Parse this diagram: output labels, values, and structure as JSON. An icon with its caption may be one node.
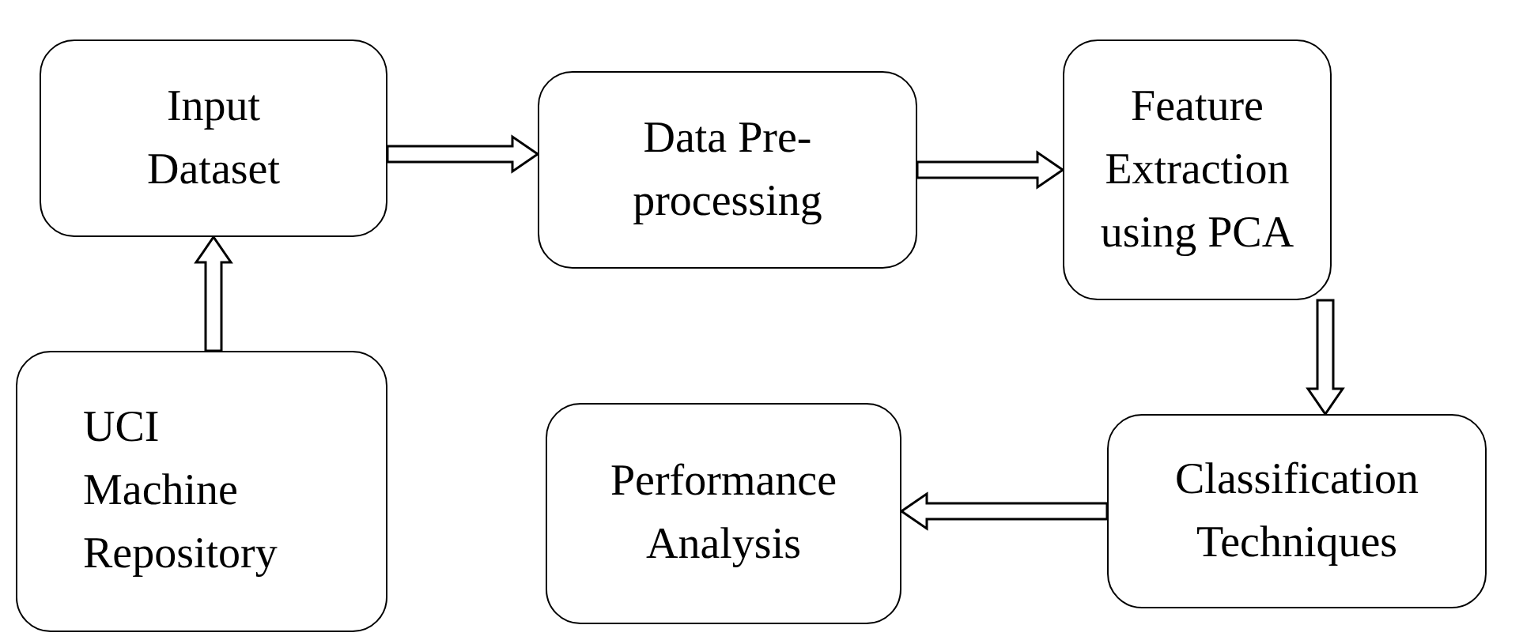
{
  "diagram": {
    "nodes": [
      {
        "text": [
          "Input Dataset"
        ]
      },
      {
        "text": [
          "Data Pre-processing"
        ]
      },
      {
        "text": [
          "Feature Extraction using PCA"
        ]
      },
      {
        "text": [
          "UCI Machine Repository"
        ]
      },
      {
        "text": [
          "Performance Analysis"
        ]
      },
      {
        "text": [
          "Classification Techniques"
        ]
      }
    ],
    "edges": [
      {
        "from": 3,
        "to": 0,
        "arrow": "to"
      },
      {
        "from": 0,
        "to": 1,
        "arrow": "to"
      },
      {
        "from": 1,
        "to": 2,
        "arrow": "to"
      },
      {
        "from": 2,
        "to": 5,
        "arrow": "to"
      },
      {
        "from": 5,
        "to": 4,
        "arrow": "to"
      }
    ]
  }
}
